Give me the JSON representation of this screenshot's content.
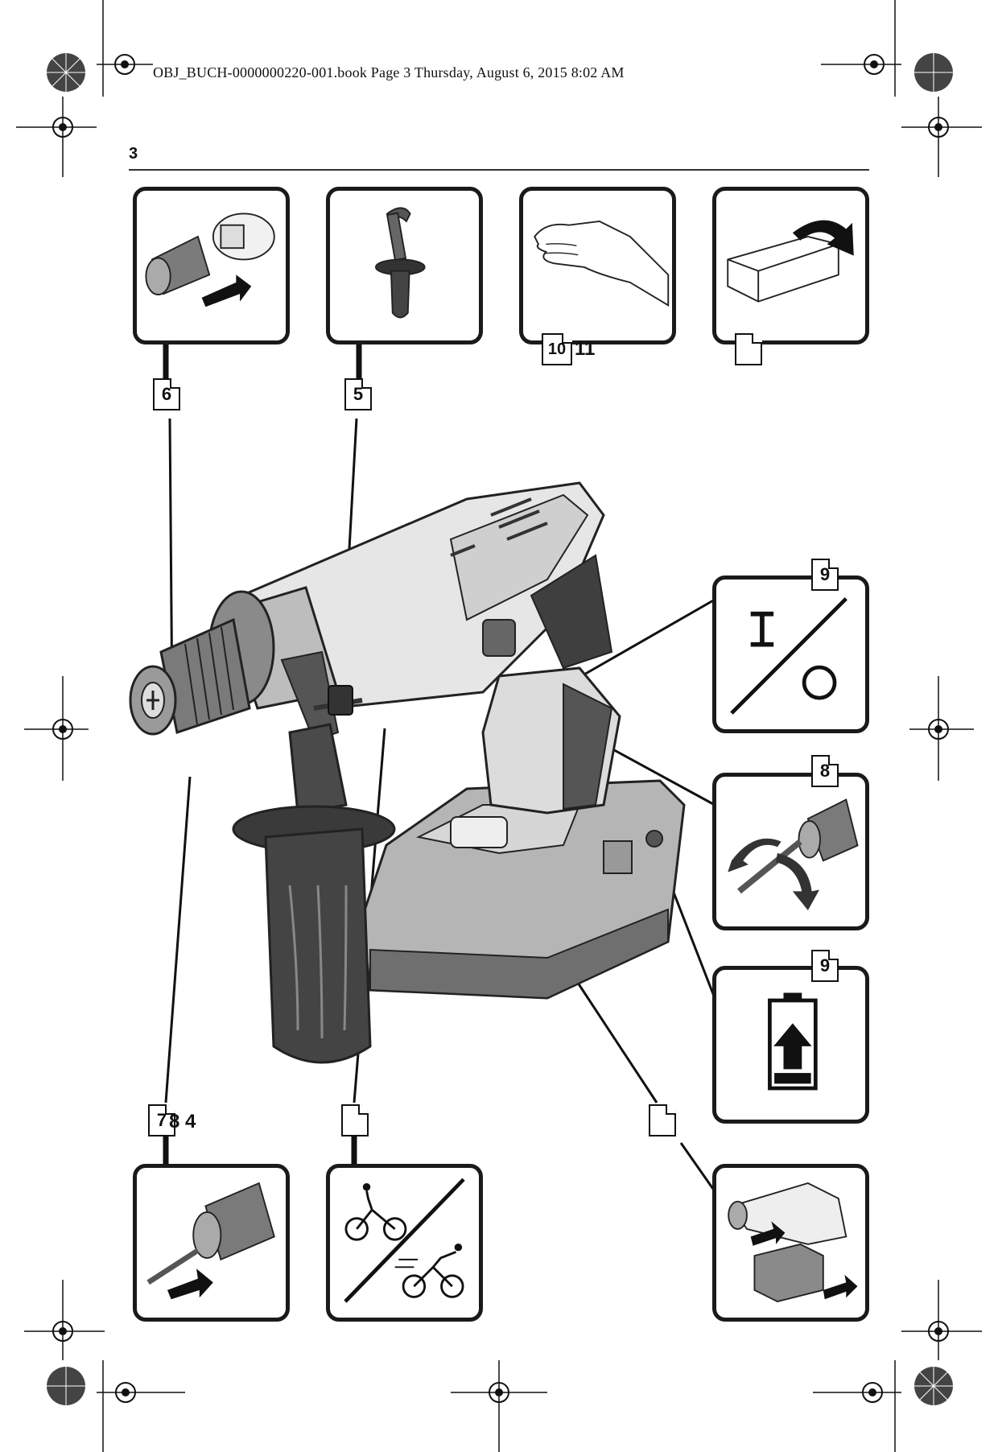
{
  "header": {
    "print_line": "OBJ_BUCH-0000000220-001.book  Page 3  Thursday, August 6, 2015  8:02 AM",
    "page_number": "3"
  },
  "refs": {
    "chuck_change": "6",
    "handle_mount": "5",
    "protective_gloves": "10",
    "protective_gloves_extra": "11",
    "bit_insert": "7",
    "bit_insert_extra": "8 4",
    "power_switch": "9",
    "rotation_direction": "8",
    "battery_charge": "9"
  },
  "panels": [
    {
      "id": "chuck_change",
      "icon": "chuck-removal-icon"
    },
    {
      "id": "handle_mount",
      "icon": "auxiliary-handle-icon"
    },
    {
      "id": "protective_gloves",
      "icon": "hand-icon"
    },
    {
      "id": "packaging",
      "icon": "open-box-icon"
    },
    {
      "id": "power_switch",
      "icon": "on-off-icon"
    },
    {
      "id": "rotation_direction",
      "icon": "rotation-direction-icon"
    },
    {
      "id": "battery_charge",
      "icon": "battery-charge-icon"
    },
    {
      "id": "bit_insert",
      "icon": "bit-insert-icon"
    },
    {
      "id": "gear_selection",
      "icon": "gear-selection-bicycle-icon"
    },
    {
      "id": "battery_remove",
      "icon": "battery-removal-icon"
    }
  ],
  "colors": {
    "ink": "#1a1a1a",
    "tool_body_light": "#e9e9e9",
    "tool_body_mid": "#9a9a9a",
    "tool_body_dark": "#4a4a4a"
  }
}
